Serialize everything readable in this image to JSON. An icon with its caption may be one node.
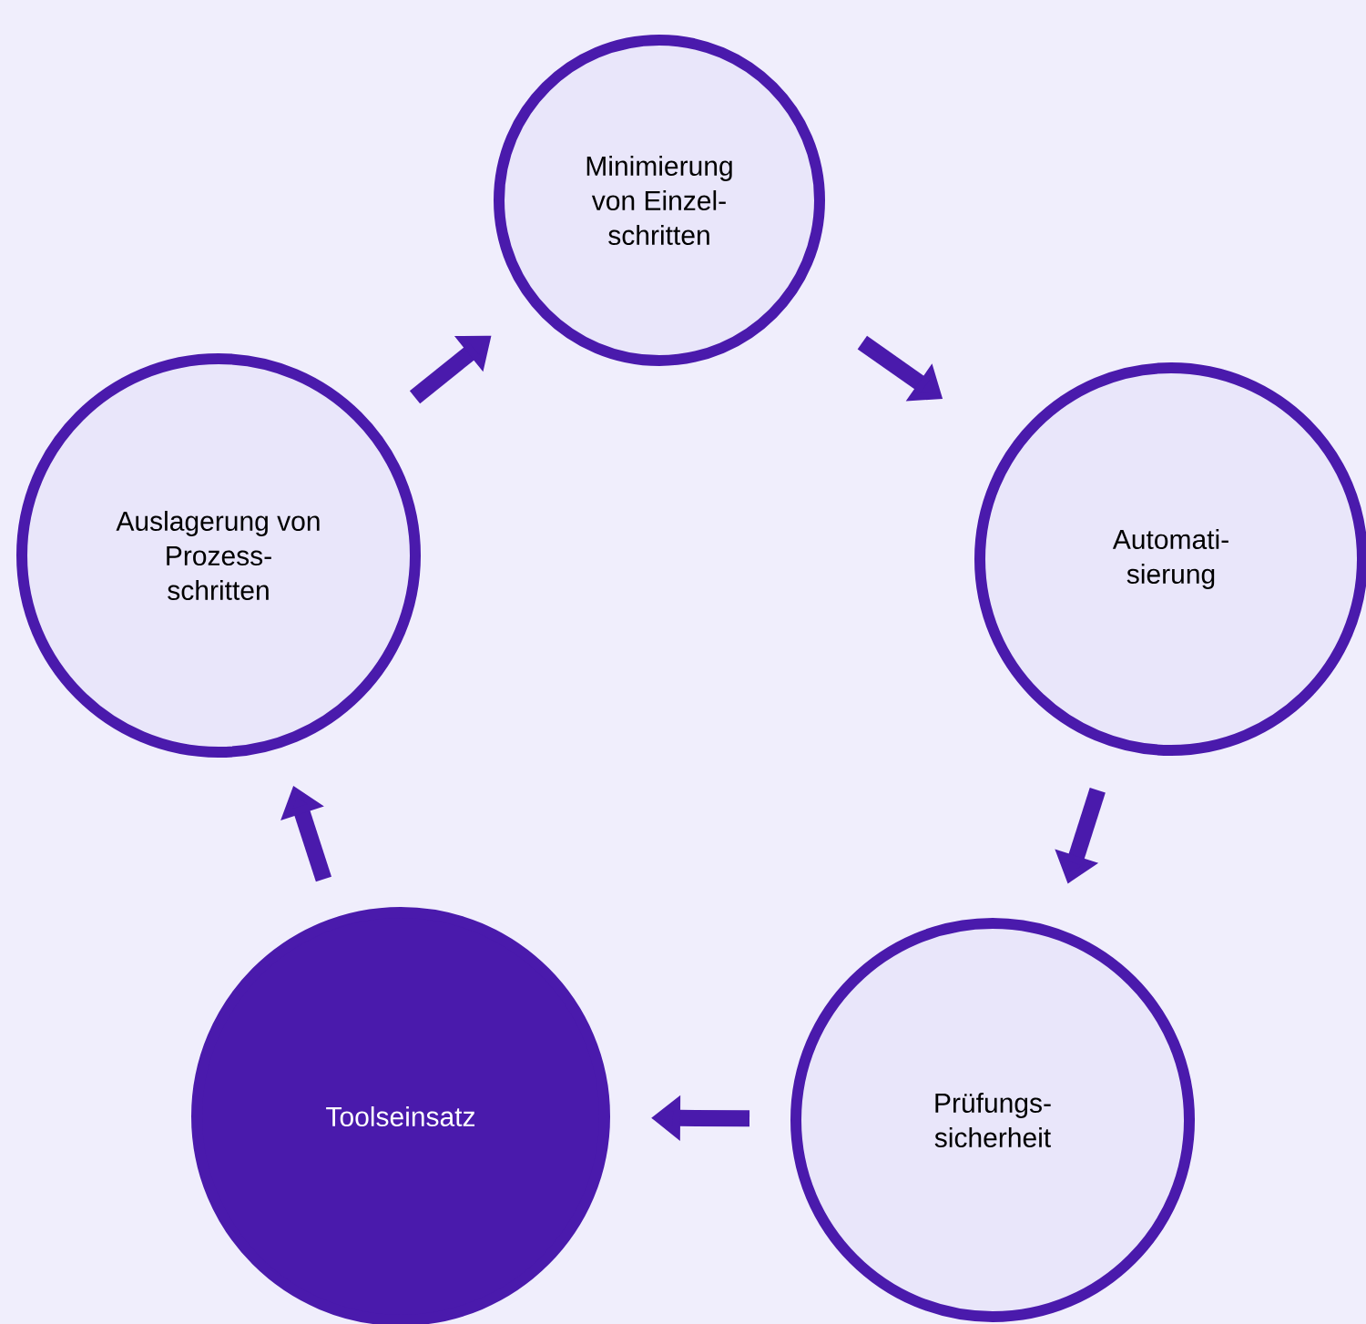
{
  "diagram": {
    "nodes": [
      {
        "text": [
          "Minimierung von Einzel- schritten"
        ]
      },
      {
        "text": [
          "Automati- sierung"
        ]
      },
      {
        "text": [
          "Prüfungs- sicherheit"
        ]
      },
      {
        "text": [
          "Toolseinsatz"
        ]
      },
      {
        "text": [
          "Auslagerung von Prozess- schritten"
        ]
      }
    ],
    "edges": [
      {
        "from": 0,
        "to": 1,
        "arrow": "to"
      },
      {
        "from": 1,
        "to": 2,
        "arrow": "to"
      },
      {
        "from": 2,
        "to": 3,
        "arrow": "to"
      },
      {
        "from": 3,
        "to": 4,
        "arrow": "to"
      },
      {
        "from": 4,
        "to": 0,
        "arrow": "to"
      }
    ]
  }
}
